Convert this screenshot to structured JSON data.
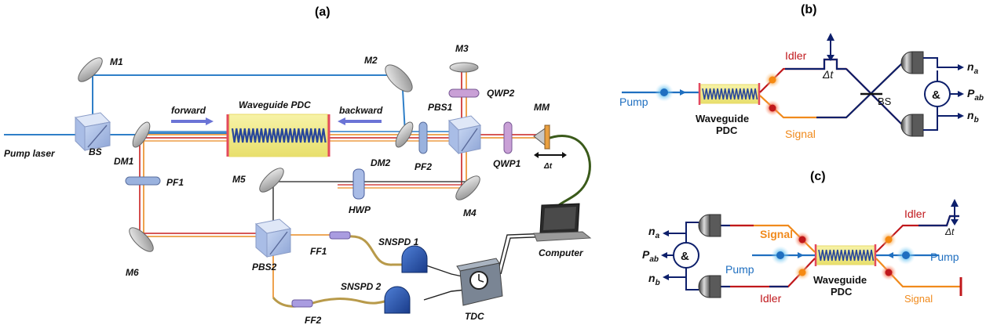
{
  "panels": {
    "a": "(a)",
    "b": "(b)",
    "c": "(c)"
  },
  "panel_a": {
    "pump_laser": "Pump laser",
    "bs": "BS",
    "dm1": "DM1",
    "dm2": "DM2",
    "m1": "M1",
    "m2": "M2",
    "m3": "M3",
    "m4": "M4",
    "m5": "M5",
    "m6": "M6",
    "pf1": "PF1",
    "pf2": "PF2",
    "pbs1": "PBS1",
    "pbs2": "PBS2",
    "qwp1": "QWP1",
    "qwp2": "QWP2",
    "hwp": "HWP",
    "mm": "MM",
    "delta_t": "Δt",
    "forward": "forward",
    "backward": "backward",
    "waveguide": "Waveguide PDC",
    "ff1": "FF1",
    "ff2": "FF2",
    "snspd1": "SNSPD 1",
    "snspd2": "SNSPD 2",
    "tdc": "TDC",
    "computer": "Computer"
  },
  "panel_b": {
    "pump": "Pump",
    "waveguide_l1": "Waveguide",
    "waveguide_l2": "PDC",
    "idler": "Idler",
    "signal": "Signal",
    "delta_t": "Δt",
    "bs": "BS",
    "and": "&",
    "na": "n",
    "na_sub": "a",
    "nb": "n",
    "nb_sub": "b",
    "pab": "P",
    "pab_sub": "ab"
  },
  "panel_c": {
    "pump_left": "Pump",
    "pump_right": "Pump",
    "waveguide_l1": "Waveguide",
    "waveguide_l2": "PDC",
    "idler_top": "Idler",
    "signal_top": "Signal",
    "idler_bottom": "Idler",
    "signal_bottom": "Signal",
    "delta_t": "Δt",
    "and": "&",
    "na": "n",
    "na_sub": "a",
    "nb": "n",
    "nb_sub": "b",
    "pab": "P",
    "pab_sub": "ab"
  }
}
